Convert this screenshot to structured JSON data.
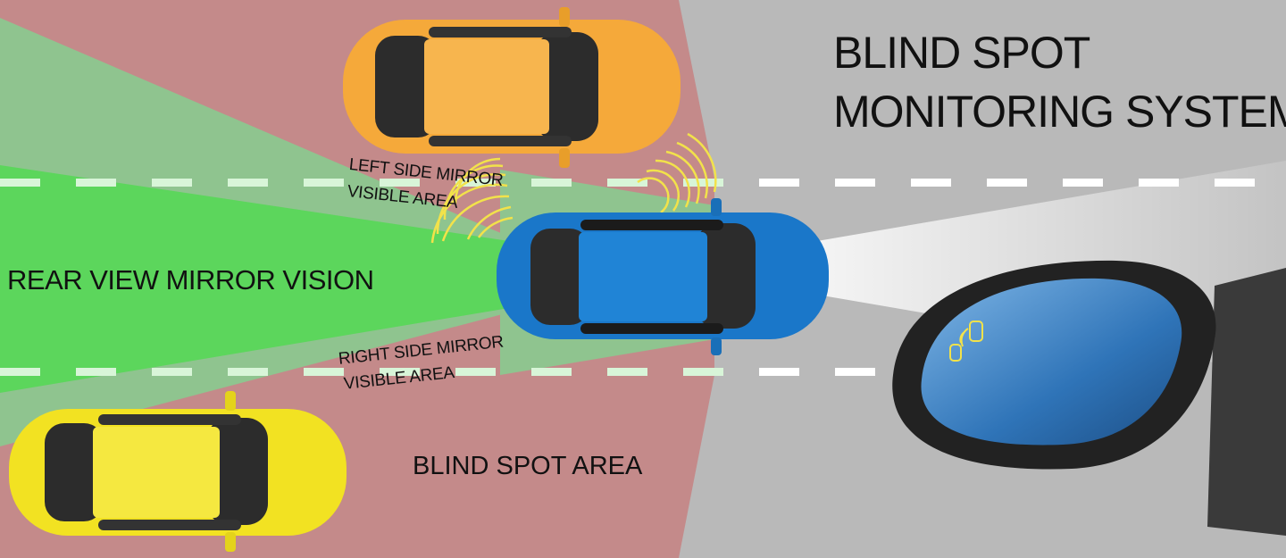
{
  "title": {
    "line1": "BLIND SPOT",
    "line2": "MONITORING SYSTEM"
  },
  "zones": {
    "rear_view": "REAR VIEW MIRROR VISION",
    "left_mirror_line1": "LEFT SIDE MIRROR",
    "left_mirror_line2": "VISIBLE AREA",
    "right_mirror_line1": "RIGHT SIDE MIRROR",
    "right_mirror_line2": "VISIBLE AREA",
    "blind_spot": "BLIND SPOT AREA"
  },
  "colors": {
    "road": "#b9b9b9",
    "blind_spot_zone": "#c48a8a",
    "side_mirror_zone": "#8fc48f",
    "rear_view_zone": "#5cd65c",
    "orange_car": "#f5a93a",
    "blue_car": "#1a77c9",
    "yellow_car": "#f2e222",
    "sensor_waves": "#f2e24a",
    "mirror_glass": "#4a8ec9"
  },
  "icons": [
    "sensor-waves-icon",
    "blind-spot-warning-icon"
  ]
}
